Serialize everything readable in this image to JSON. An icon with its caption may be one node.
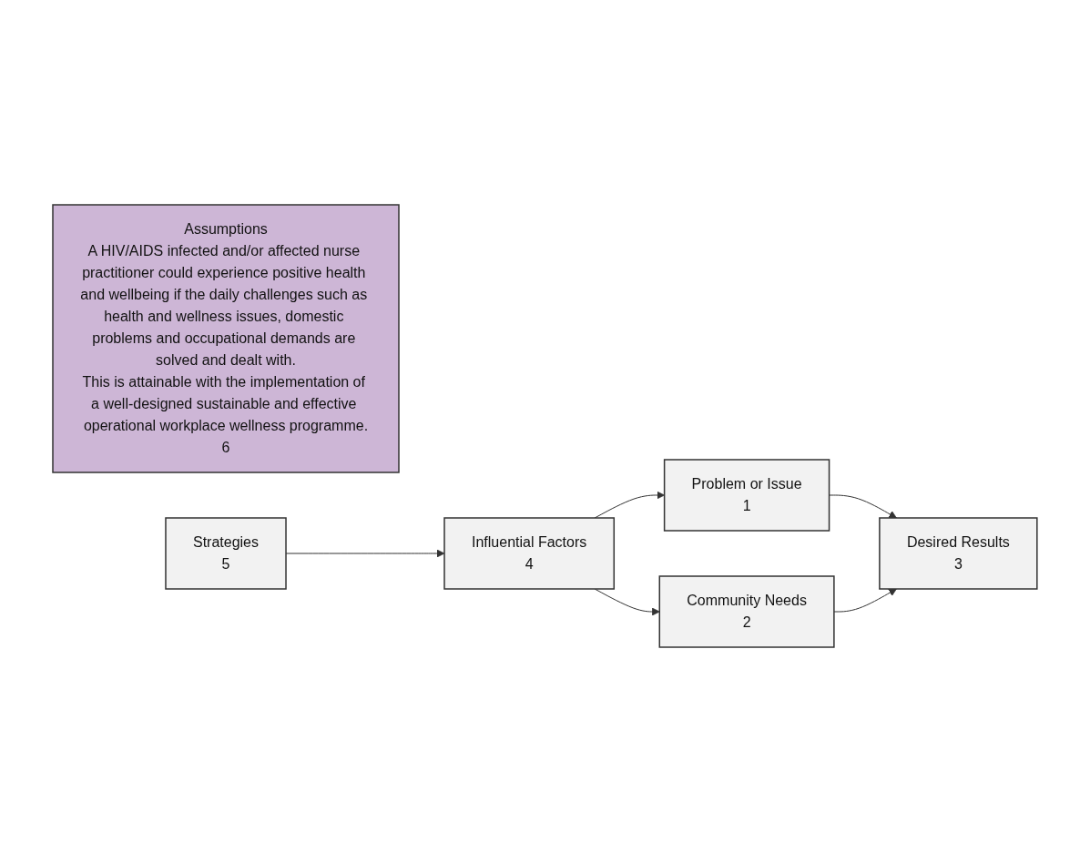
{
  "diagram": {
    "nodes": [
      {
        "text": [
          "Assumptions",
          "A HIV/AIDS infected and/or affected nurse practitioner could experience positive health and wellbeing if the daily challenges such as health and wellness issues, domestic problems and occupational demands are solved and dealt with.",
          "This is attainable with the implementation of a well-designed sustainable and effective operational workplace wellness programme.",
          "6"
        ]
      },
      {
        "text": [
          "Strategies",
          "5"
        ]
      },
      {
        "text": [
          "Influential Factors",
          "4"
        ]
      },
      {
        "text": [
          "Problem or Issue",
          "1"
        ]
      },
      {
        "text": [
          "Community Needs",
          "2"
        ]
      },
      {
        "text": [
          "Desired Results",
          "3"
        ]
      }
    ],
    "edges": [
      {
        "from": 1,
        "to": 2,
        "arrow": "to"
      },
      {
        "from": 2,
        "to": 3,
        "arrow": "to"
      },
      {
        "from": 2,
        "to": 4,
        "arrow": "to"
      },
      {
        "from": 3,
        "to": 5,
        "arrow": "to"
      },
      {
        "from": 4,
        "to": 5,
        "arrow": "to"
      }
    ]
  }
}
